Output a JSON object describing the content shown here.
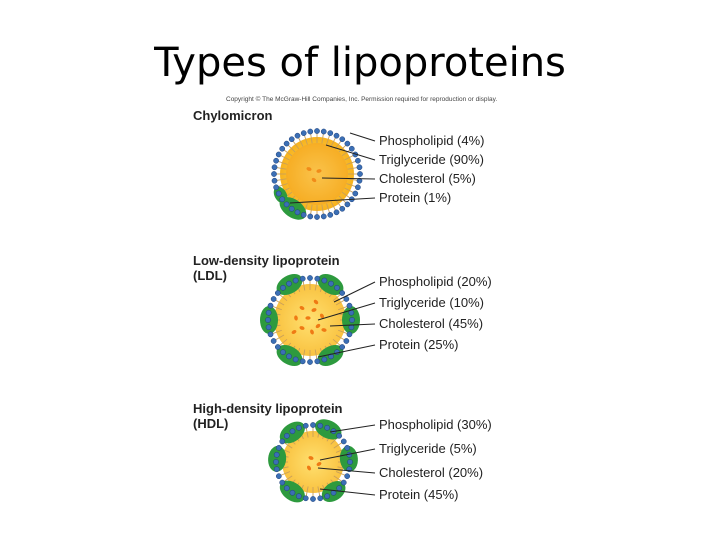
{
  "title": "Types of lipoproteins",
  "copyright": "Copyright © The McGraw-Hill Companies, Inc. Permission required for reproduction or display.",
  "sections": [
    {
      "heading": "Chylomicron",
      "labels": [
        "Phospholipid (4%)",
        "Triglyceride (90%)",
        "Cholesterol (5%)",
        "Protein (1%)"
      ]
    },
    {
      "heading": "Low-density lipoprotein (LDL)",
      "heading_lines": [
        "Low-density lipoprotein",
        "(LDL)"
      ],
      "labels": [
        "Phospholipid (20%)",
        "Triglyceride (10%)",
        "Cholesterol (45%)",
        "Protein (25%)"
      ]
    },
    {
      "heading": "High-density lipoprotein (HDL)",
      "heading_lines": [
        "High-density lipoprotein",
        "(HDL)"
      ],
      "labels": [
        "Phospholipid (30%)",
        "Triglyceride (5%)",
        "Cholesterol (20%)",
        "Protein (45%)"
      ]
    }
  ],
  "colors": {
    "phospholipid_head": "#3b6fb5",
    "core_outer": "#f7b21c",
    "core_inner": "#ffe070",
    "triglyceride": "#ef7a14",
    "protein": "#2d9a3e"
  }
}
